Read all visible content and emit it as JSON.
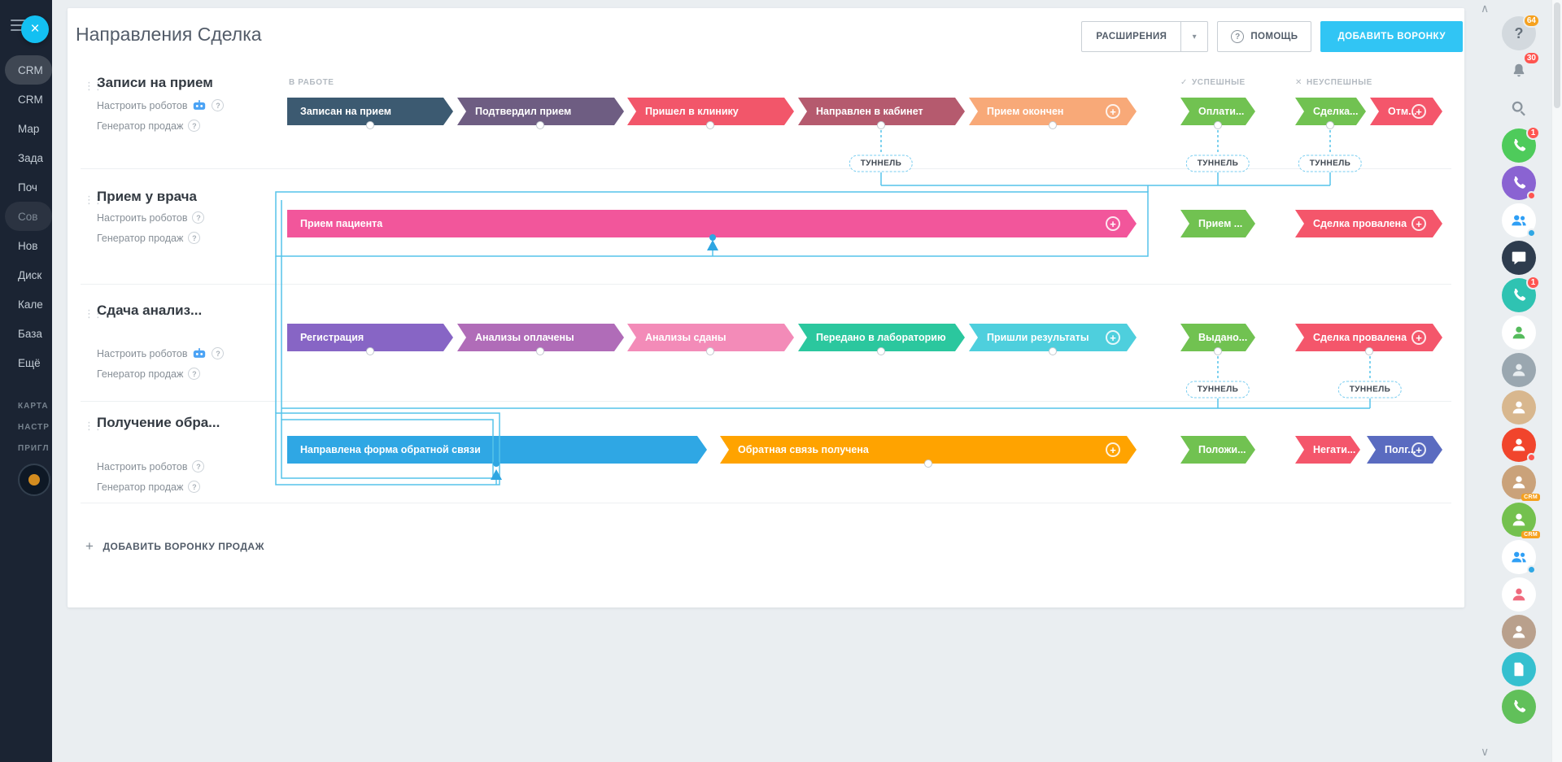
{
  "header": {
    "title": "Направления Сделка",
    "buttons": {
      "extensions": "РАСШИРЕНИЯ",
      "help": "ПОМОЩЬ",
      "add_funnel": "ДОБАВИТЬ ВОРОНКУ"
    }
  },
  "labels": {
    "in_progress": "В РАБОТЕ",
    "successful": "УСПЕШНЫЕ",
    "unsuccessful": "НЕУСПЕШНЫЕ",
    "tunnel": "ТУННЕЛЬ",
    "configure_robots": "Настроить роботов",
    "sales_generator": "Генератор продаж",
    "add_funnel_bottom": "ДОБАВИТЬ ВОРОНКУ ПРОДАЖ"
  },
  "icons": {
    "close": "×",
    "drag": "⋮⋮",
    "caret": "▾",
    "check": "✓",
    "cross": "✕",
    "plus": "+",
    "question": "?",
    "chevron_up": "∧",
    "chevron_down": "∨"
  },
  "colors": {
    "accent": "#31c5f4",
    "connector": "#55c3ea",
    "sidebar_bg": "#1b2433",
    "page_bg": "#eaeef1",
    "success_green": "#71c251",
    "fail_red": "#f4566b"
  },
  "funnels": [
    {
      "title": "Записи на прием",
      "stages": [
        {
          "label": "Записан на прием",
          "color": "#3c5a71"
        },
        {
          "label": "Подтвердил прием",
          "color": "#6e5d82"
        },
        {
          "label": "Пришел в клинику",
          "color": "#f2566a"
        },
        {
          "label": "Направлен в кабинет",
          "color": "#b55a6e"
        },
        {
          "label": "Прием окончен",
          "color": "#f8a978"
        }
      ],
      "success": [
        {
          "label": "Оплати...",
          "color": "#71c251"
        }
      ],
      "fail": [
        {
          "label": "Сделка...",
          "color": "#71c251"
        },
        {
          "label": "Отм...",
          "color": "#f4566b"
        }
      ]
    },
    {
      "title": "Прием у врача",
      "stages": [
        {
          "label": "Прием пациента",
          "color": "#f2569b"
        }
      ],
      "success": [
        {
          "label": "Прием ...",
          "color": "#71c251"
        }
      ],
      "fail": [
        {
          "label": "Сделка провалена",
          "color": "#f4566b"
        }
      ]
    },
    {
      "title": "Сдача анализ...",
      "stages": [
        {
          "label": "Регистрация",
          "color": "#8765c5"
        },
        {
          "label": "Анализы оплачены",
          "color": "#b06cb8"
        },
        {
          "label": "Анализы сданы",
          "color": "#f38bb8"
        },
        {
          "label": "Передано в лабораторию",
          "color": "#2bc79e"
        },
        {
          "label": "Пришли результаты",
          "color": "#4ecfdd"
        }
      ],
      "success": [
        {
          "label": "Выдано...",
          "color": "#71c251"
        }
      ],
      "fail": [
        {
          "label": "Сделка провалена",
          "color": "#f4566b"
        }
      ]
    },
    {
      "title": "Получение обра...",
      "stages": [
        {
          "label": "Направлена форма обратной связи",
          "color": "#2fa7e4"
        },
        {
          "label": "Обратная связь получена",
          "color": "#ffa300"
        }
      ],
      "success": [
        {
          "label": "Положи...",
          "color": "#71c251"
        }
      ],
      "fail": [
        {
          "label": "Негати...",
          "color": "#f4566b"
        },
        {
          "label": "Полг...",
          "color": "#5a6bc0"
        }
      ]
    }
  ],
  "sidebar": {
    "items": [
      {
        "label": "CRM"
      },
      {
        "label": "CRM"
      },
      {
        "label": "Мар"
      },
      {
        "label": "Зада"
      },
      {
        "label": "Поч"
      },
      {
        "label": "Сов"
      },
      {
        "label": "Нов"
      },
      {
        "label": "Диск"
      },
      {
        "label": "Кале"
      },
      {
        "label": "База"
      },
      {
        "label": "Ещё"
      }
    ],
    "footer_items": [
      {
        "label": "КАРТА"
      },
      {
        "label": "НАСТР"
      },
      {
        "label": "ПРИГЛ"
      }
    ]
  },
  "right_toolbar": {
    "items": [
      {
        "name": "help",
        "bg": "#d3d9de",
        "fg": "#67727c",
        "badge": "64",
        "badge_color": "#f6a11f"
      },
      {
        "name": "notifications",
        "bg": "transparent",
        "fg": "#8b959e",
        "badge": "30",
        "badge_color": "#ff5550"
      },
      {
        "name": "search",
        "bg": "transparent",
        "fg": "#8b959e"
      },
      {
        "name": "telephony-green",
        "bg": "#4ecb5b",
        "fg": "#ffffff",
        "badge": "1",
        "badge_color": "#ff5550"
      },
      {
        "name": "messenger-violet",
        "bg": "#8a63d2",
        "fg": "#ffffff",
        "dot": "#ff5550"
      },
      {
        "name": "clients-blue",
        "bg": "#ffffff",
        "fg": "#2f9ff5",
        "dot": "#2fa7e4"
      },
      {
        "name": "chat-dark",
        "bg": "#2e3c4e",
        "fg": "#ffffff"
      },
      {
        "name": "telephony-teal",
        "bg": "#2fc3b2",
        "fg": "#ffffff",
        "badge": "1",
        "badge_color": "#ff5550"
      },
      {
        "name": "person-green",
        "bg": "#ffffff",
        "fg": "#55bb5c"
      },
      {
        "name": "avatar-gray",
        "bg": "#9aa7b0",
        "fg": "#e8edf0"
      },
      {
        "name": "avatar-tan",
        "bg": "#d8b78e",
        "fg": "#ffffff"
      },
      {
        "name": "contact-red",
        "bg": "#f1452c",
        "fg": "#ffffff",
        "dot": "#ff5550"
      },
      {
        "name": "avatar-crm",
        "bg": "#caa27a",
        "fg": "#ffffff",
        "tag": "CRM",
        "tag_color": "#f6a11f"
      },
      {
        "name": "crm-green",
        "bg": "#74c14e",
        "fg": "#ffffff",
        "tag": "CRM",
        "tag_color": "#f6a11f"
      },
      {
        "name": "clients-blue-2",
        "bg": "#ffffff",
        "fg": "#2f9ff5",
        "dot": "#2fa7e4"
      },
      {
        "name": "person-pink",
        "bg": "#ffffff",
        "fg": "#ef6a7d"
      },
      {
        "name": "person-tan",
        "bg": "#b9a08c",
        "fg": "#ffffff"
      },
      {
        "name": "doc-teal",
        "bg": "#35c0cf",
        "fg": "#ffffff"
      },
      {
        "name": "phone-lime",
        "bg": "#61c05a",
        "fg": "#ffffff"
      }
    ]
  }
}
